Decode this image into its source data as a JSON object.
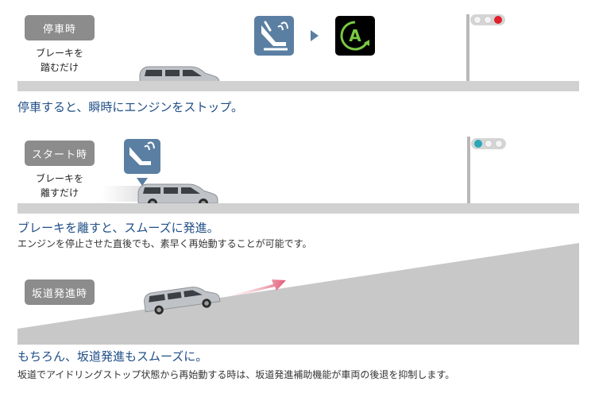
{
  "scene1": {
    "tag": "停車時",
    "desc_line1": "ブレーキを",
    "desc_line2": "踏むだけ",
    "heading": "停車すると、瞬時にエンジンをストップ。",
    "icon_badge": "A"
  },
  "scene2": {
    "tag": "スタート時",
    "desc_line1": "ブレーキを",
    "desc_line2": "離すだけ",
    "heading": "ブレーキを離すと、スムーズに発進。",
    "subtext": "エンジンを停止させた直後でも、素早く再始動することが可能です。"
  },
  "scene3": {
    "tag": "坂道発進時",
    "heading": "もちろん、坂道発進もスムーズに。",
    "subtext": "坂道でアイドリングストップ状態から再始動する時は、坂道発進補助機能が車両の後退を抑制します。"
  },
  "colors": {
    "heading": "#1f4e86",
    "tag_bg": "#8c8c8c",
    "road": "#d1d1d1",
    "pedal_icon": "#5b7fa2",
    "signal_red": "#e0202a",
    "signal_teal": "#2aa7b8",
    "auto_stop_green": "#7ac943"
  }
}
